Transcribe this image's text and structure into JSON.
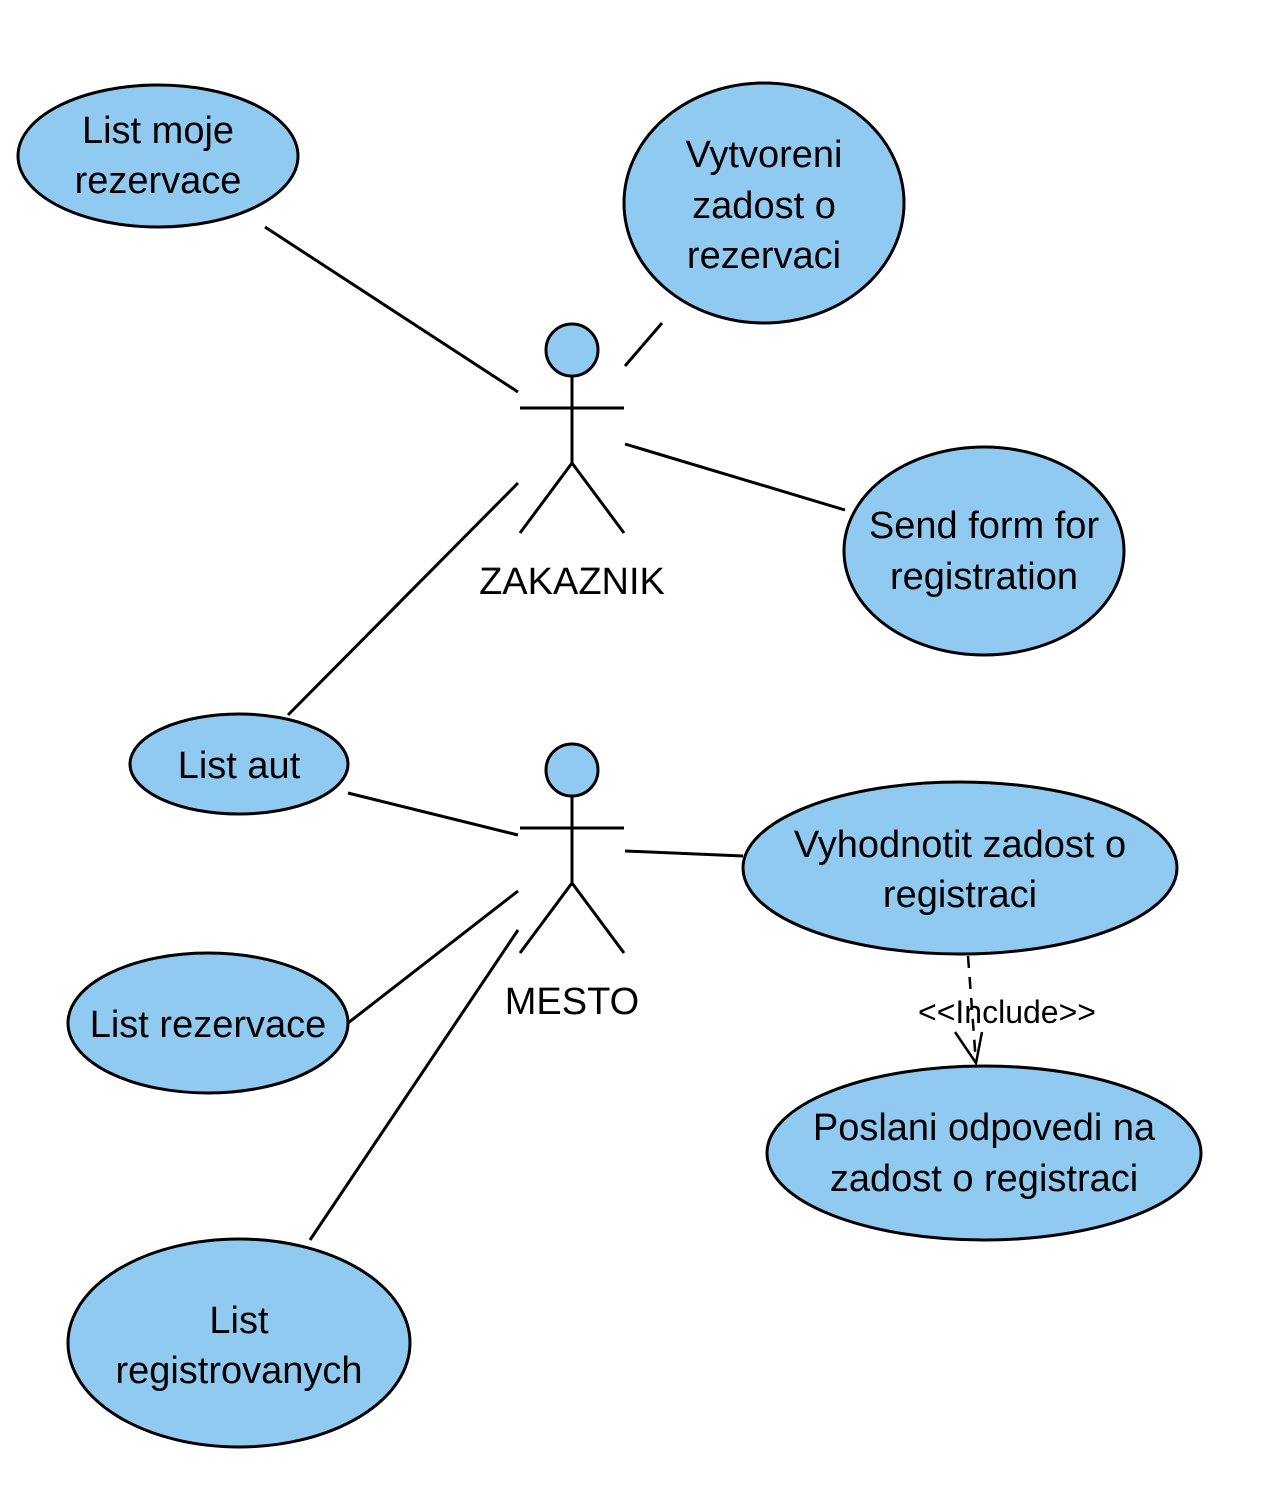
{
  "actors": {
    "zakaznik": "ZAKAZNIK",
    "mesto": "MESTO"
  },
  "use_cases": {
    "list_moje_rezervace": [
      "List moje",
      "rezervace"
    ],
    "vytvoreni_zadost": [
      "Vytvoreni",
      "zadost o",
      "rezervaci"
    ],
    "send_form": [
      "Send form for",
      "registration"
    ],
    "list_aut": [
      "List aut"
    ],
    "vyhodnotit": [
      "Vyhodnotit zadost o",
      "registraci"
    ],
    "list_rezervace": [
      "List rezervace"
    ],
    "poslani_odpovedi": [
      "Poslani odpovedi na",
      "zadost o registraci"
    ],
    "list_registrovanych": [
      "List",
      "registrovanych"
    ]
  },
  "include_label": "<<Include>>",
  "colors": {
    "use_case_fill": "#90caf0",
    "stroke": "#000000"
  }
}
